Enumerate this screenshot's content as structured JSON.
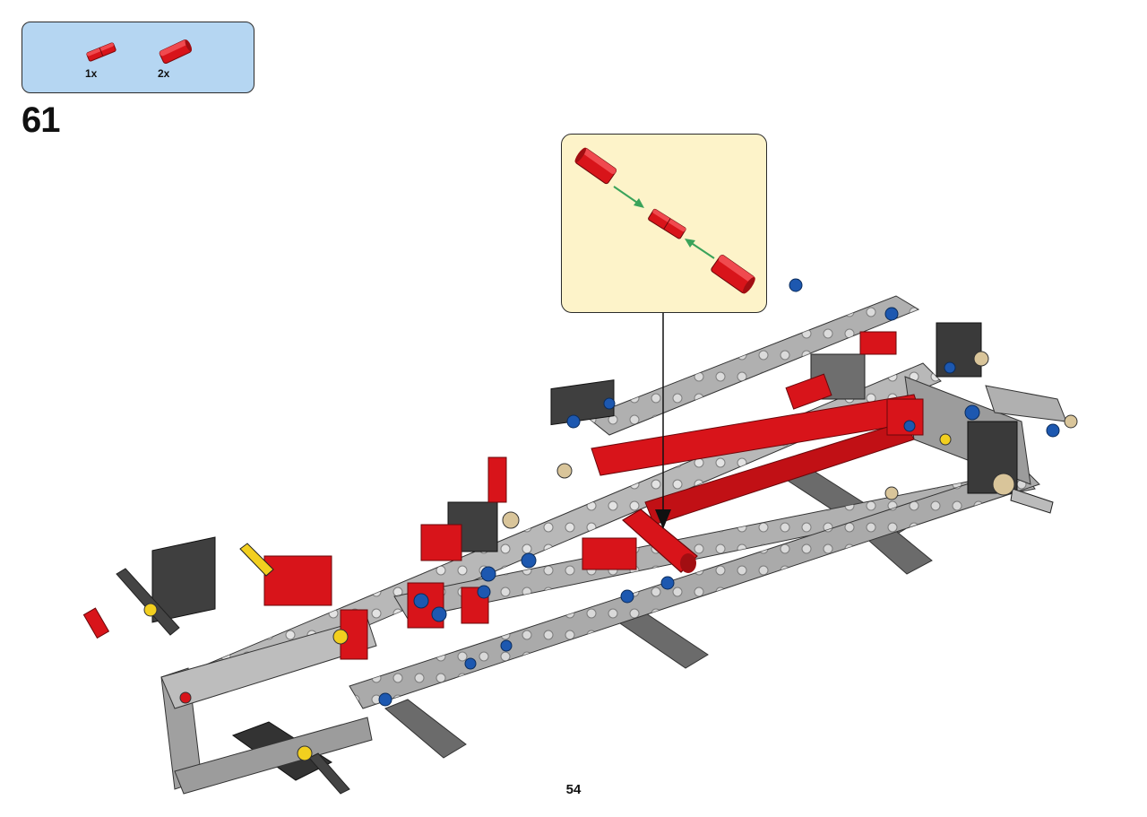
{
  "parts_list": {
    "items": [
      {
        "count": "1x",
        "part": "red-axle-connector-small",
        "color": "#d8141a"
      },
      {
        "count": "2x",
        "part": "red-axle-connector-large",
        "color": "#d8141a"
      }
    ],
    "background": "#b5d6f2"
  },
  "step": {
    "number": "61"
  },
  "callout": {
    "background": "#fdf3c9",
    "arrow_color": "#3aa35a"
  },
  "page": {
    "number": "54"
  },
  "colors": {
    "technic_gray": "#a9a9a9",
    "dark_gray": "#555555",
    "red": "#d8141a",
    "blue": "#1d58b0",
    "yellow": "#f2cf1f",
    "tan": "#d9c59a"
  }
}
